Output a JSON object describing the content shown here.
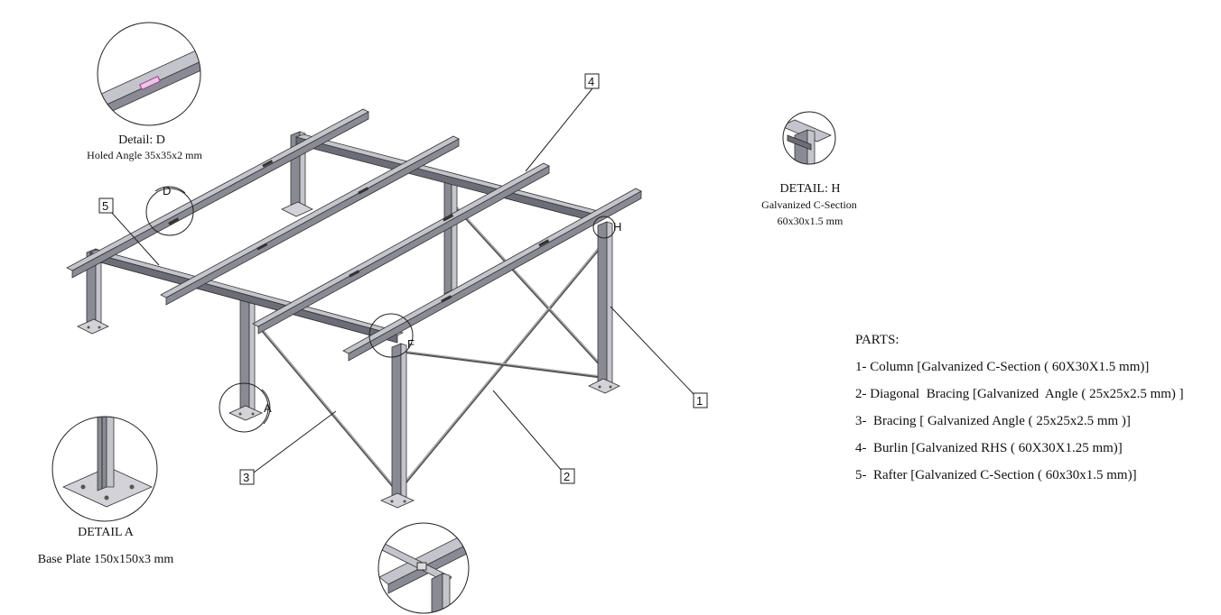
{
  "details": {
    "d": {
      "title": "Detail: D",
      "subtitle": "Holed Angle 35x35x2 mm",
      "marker": "D"
    },
    "h": {
      "title": "DETAIL: H",
      "subtitle_line1": "Galvanized C-Section",
      "subtitle_line2": "60x30x1.5 mm",
      "marker": "H"
    },
    "a": {
      "title": "DETAIL A",
      "subtitle": "Base Plate 150x150x3 mm",
      "marker": "A"
    },
    "f": {
      "marker": "F"
    }
  },
  "callouts": {
    "c1": "1",
    "c2": "2",
    "c3": "3",
    "c4": "4",
    "c5": "5"
  },
  "parts": {
    "heading": "PARTS:",
    "items": [
      "1- Column [Galvanized C-Section ( 60X30X1.5 mm)]",
      "2- Diagonal  Bracing [Galvanized  Angle ( 25x25x2.5 mm) ]",
      "3-  Bracing [ Galvanized Angle ( 25x25x2.5 mm )]",
      "4-  Burlin [Galvanized RHS ( 60X30X1.25 mm)]",
      "5-  Rafter [Galvanized C-Section ( 60x30x1.5 mm)]"
    ]
  },
  "colors": {
    "steel_light": "#c4c4cc",
    "steel_mid": "#8a8a94",
    "steel_dark": "#6d6d78",
    "line": "#222222",
    "highlight": "#a0308a"
  }
}
